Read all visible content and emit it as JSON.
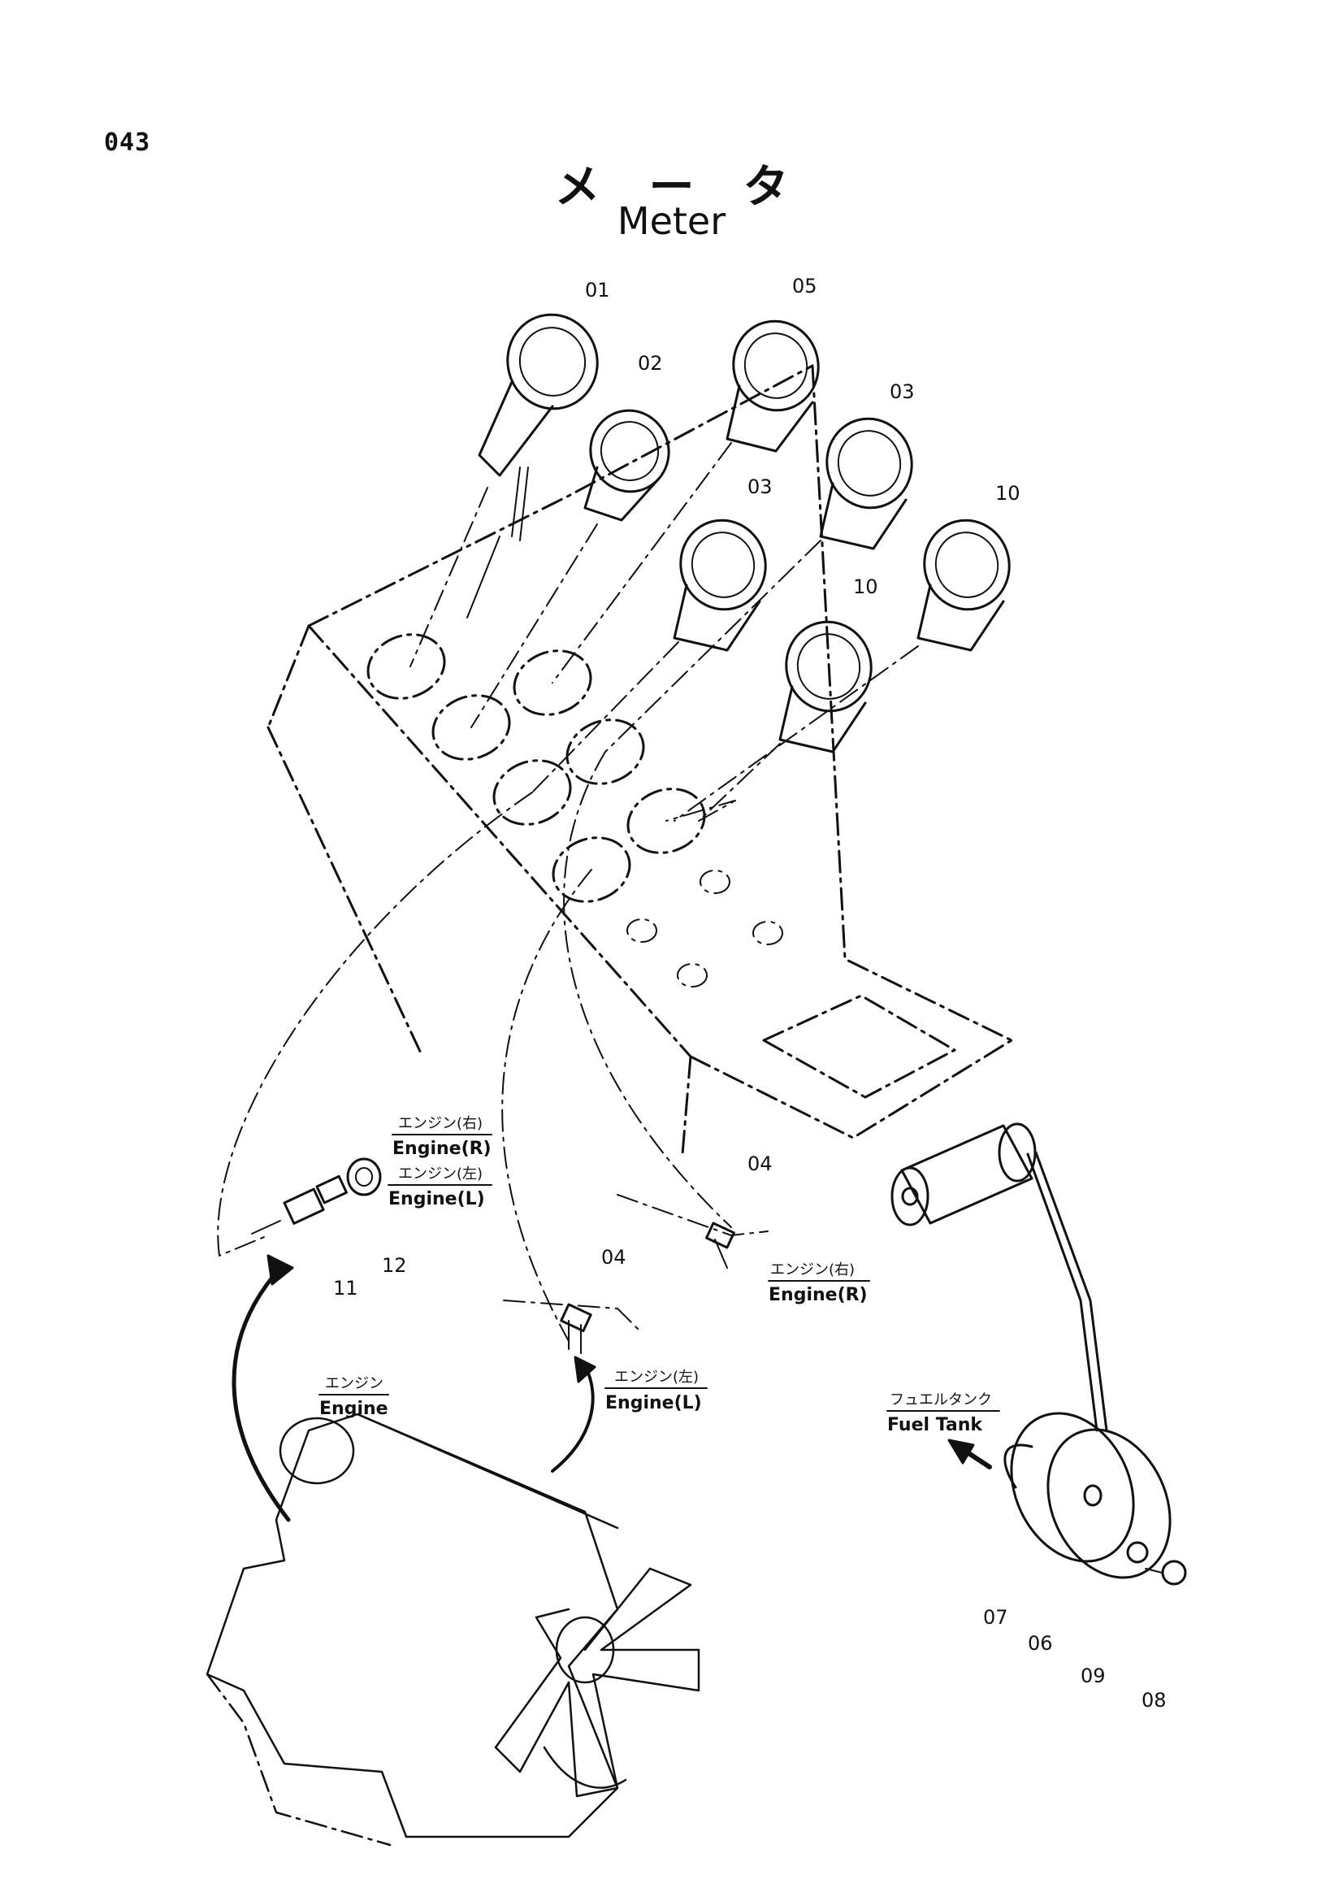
{
  "header": {
    "page_code": "043",
    "title_jp": "メータ",
    "title_en": "Meter"
  },
  "part_numbers": {
    "p01": "01",
    "p02": "02",
    "p03a": "03",
    "p03b": "03",
    "p04a": "04",
    "p04b": "04",
    "p05": "05",
    "p06": "06",
    "p07": "07",
    "p08": "08",
    "p09": "09",
    "p10a": "10",
    "p10b": "10",
    "p11": "11",
    "p12": "12"
  },
  "labels": {
    "engine_r_top_jp": "エンジン(右)",
    "engine_r_top_en": "Engine(R)",
    "engine_l_top_jp": "エンジン(左)",
    "engine_l_top_en": "Engine(L)",
    "engine_r_side_jp": "エンジン(右)",
    "engine_r_side_en": "Engine(R)",
    "engine_l_side_jp": "エンジン(左)",
    "engine_l_side_en": "Engine(L)",
    "engine_jp": "エンジン",
    "engine_en": "Engine",
    "fuel_tank_jp": "フュエルタンク",
    "fuel_tank_en": "Fuel Tank"
  }
}
